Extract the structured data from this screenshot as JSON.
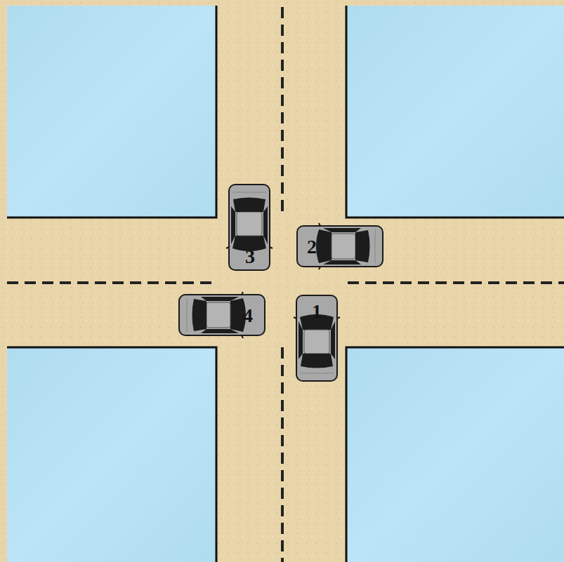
{
  "diagram": {
    "labels": [
      "3",
      "2",
      "4",
      "1"
    ]
  }
}
